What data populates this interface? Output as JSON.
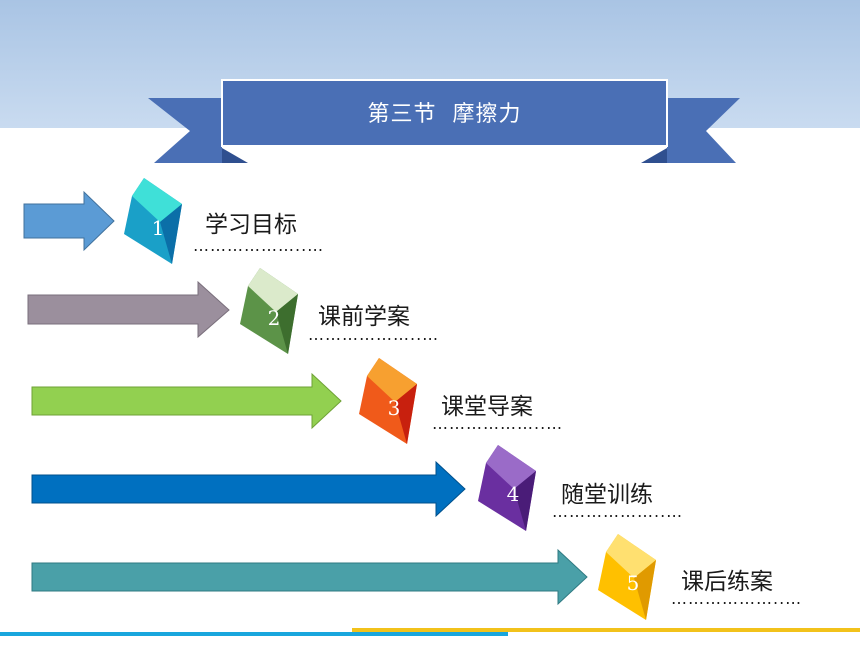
{
  "title": "第三节  摩擦力",
  "colors": {
    "ribbon": "#4a6fb5",
    "ribbon_dark": "#2f4f8f"
  },
  "items": [
    {
      "num": "1",
      "label": "学习目标",
      "dots": "………………..…",
      "arrow_color": "#5b9bd5",
      "cube_color": "#2ac0c8"
    },
    {
      "num": "2",
      "label": "课前学案",
      "dots": "………………..…",
      "arrow_color": "#9b8f9d",
      "cube_color": "#6fa85a"
    },
    {
      "num": "3",
      "label": "课堂导案",
      "dots": "………………..…",
      "arrow_color": "#92d050",
      "cube_color": "#f05a1a"
    },
    {
      "num": "4",
      "label": "随堂训练",
      "dots": "………………..…",
      "arrow_color": "#0070c0",
      "cube_color": "#7030a0"
    },
    {
      "num": "5",
      "label": "课后练案",
      "dots": "………………..…",
      "arrow_color": "#4aa0a8",
      "cube_color": "#ffc000"
    }
  ]
}
